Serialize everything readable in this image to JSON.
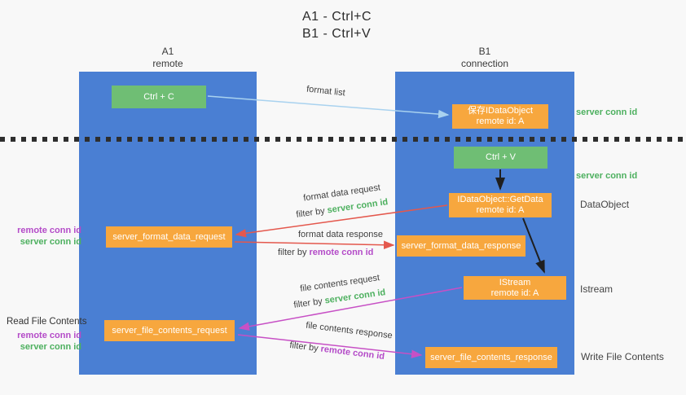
{
  "title": {
    "line1": "A1 - Ctrl+C",
    "line2": "B1 - Ctrl+V"
  },
  "columns": {
    "a": {
      "name": "A1",
      "subtitle": "remote"
    },
    "b": {
      "name": "B1",
      "subtitle": "connection"
    }
  },
  "nodes": {
    "ctrl_c": {
      "label": "Ctrl + C"
    },
    "save_idataobject": {
      "line1": "保存IDataObject",
      "line2": "remote id: A"
    },
    "ctrl_v": {
      "label": "Ctrl + V"
    },
    "getdata": {
      "line1": "IDataObject::GetData",
      "line2": "remote id: A"
    },
    "format_request": {
      "label": "server_format_data_request"
    },
    "format_response": {
      "label": "server_format_data_response"
    },
    "istream": {
      "line1": "IStream",
      "line2": "remote id: A"
    },
    "file_request": {
      "label": "server_file_contents_request"
    },
    "file_response": {
      "label": "server_file_contents_response"
    }
  },
  "annotations": {
    "server_conn_id_top": "server conn id",
    "server_conn_id_mid": "server conn id",
    "dataobject": "DataObject",
    "istream": "Istream",
    "write_file_contents": "Write File Contents",
    "read_file_contents": "Read File Contents",
    "left_pair1": {
      "remote": "remote conn id",
      "server": "server conn id"
    },
    "left_pair2": {
      "remote": "remote conn id",
      "server": "server conn id"
    }
  },
  "arrows": {
    "format_list": {
      "label": "format list"
    },
    "format_data_request": {
      "label": "format data request",
      "filter_prefix": "filter by ",
      "filter_key": "server conn id"
    },
    "format_data_response": {
      "label": "format data response",
      "filter_prefix": "filter by ",
      "filter_key": "remote conn id"
    },
    "file_contents_request": {
      "label": "file contents request",
      "filter_prefix": "filter by ",
      "filter_key": "server conn id"
    },
    "file_contents_response": {
      "label": "file contents response",
      "filter_prefix": "filter by ",
      "filter_key": "remote conn id"
    }
  },
  "colors": {
    "background": "#f8f8f8",
    "column_blue": "#4a7fd3",
    "node_green": "#6fbe74",
    "node_orange": "#f7a73e",
    "arrow_lightblue": "#a9d2ef",
    "arrow_red": "#e4584d",
    "arrow_magenta": "#c750c5",
    "arrow_black": "#1f1f1f",
    "text_green": "#4db05f",
    "text_purple": "#b44bc8"
  }
}
